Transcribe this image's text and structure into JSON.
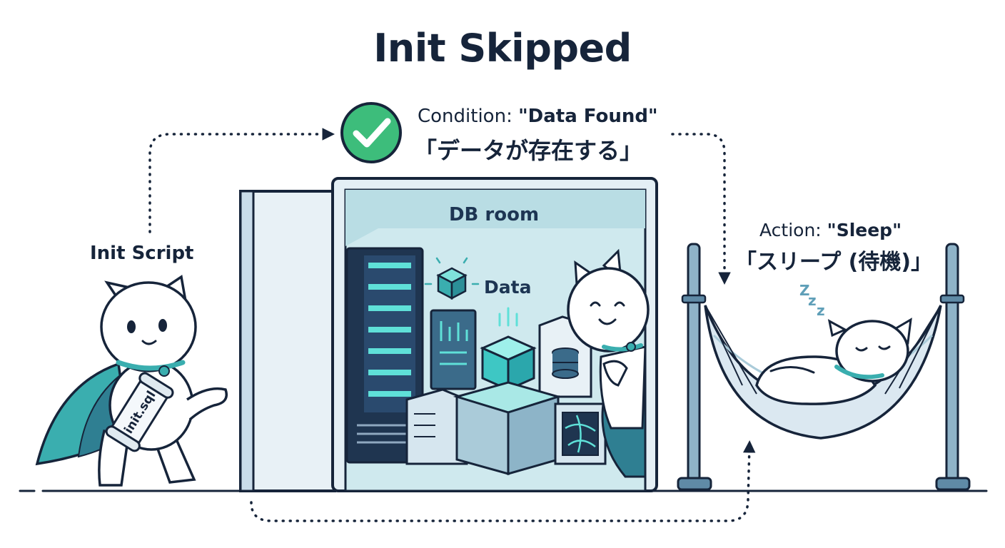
{
  "title": "Init Skipped",
  "init_script": {
    "label": "Init Script",
    "scroll_label": "init.sql"
  },
  "condition": {
    "prefix": "Condition: ",
    "value": "\"Data Found\"",
    "japanese": "「データが存在する」",
    "status_icon": "check-circle-icon"
  },
  "db_room": {
    "label": "DB room",
    "data_label": "Data"
  },
  "action": {
    "prefix": "Action: ",
    "value": "\"Sleep\"",
    "japanese": "「スリープ (待機)」"
  },
  "sleep_text": [
    "Z",
    "z",
    "z"
  ],
  "colors": {
    "ink": "#16243a",
    "check_green": "#3dbd7b",
    "teal": "#3aaeaf",
    "cyan_glow": "#5fe0d8",
    "room_bg": "#cfe9ee",
    "panel_blue": "#aacbd9",
    "server_dark": "#1f3550"
  }
}
